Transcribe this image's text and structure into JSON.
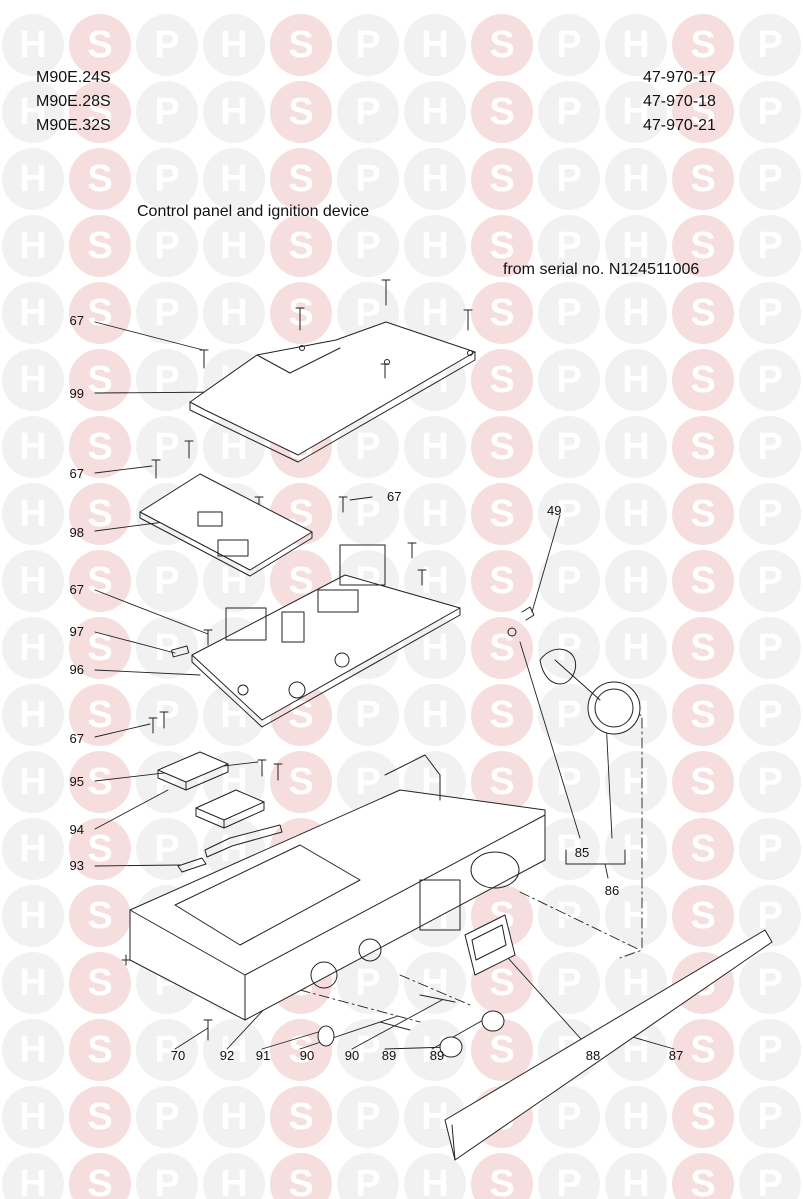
{
  "watermark": {
    "letters": [
      "H",
      "S",
      "P"
    ],
    "icon": "hsp-logo-watermark"
  },
  "header": {
    "models": [
      "M90E.24S",
      "M90E.28S",
      "M90E.32S"
    ],
    "part_numbers": [
      "47-970-17",
      "47-970-18",
      "47-970-21"
    ],
    "title": "Control panel and ignition device",
    "serial_note": "from serial no. N124511006"
  },
  "callouts": {
    "c67_top": "67",
    "c99": "99",
    "c67_mid": "67",
    "c67_right": "67",
    "c98": "98",
    "c67_pcb": "67",
    "c97": "97",
    "c96": "96",
    "c67_low": "67",
    "c95": "95",
    "c94": "94",
    "c93": "93",
    "c49": "49",
    "c85": "85",
    "c86": "86",
    "c70": "70",
    "c92": "92",
    "c91": "91",
    "c90a": "90",
    "c90b": "90",
    "c89a": "89",
    "c89b": "89",
    "c88": "88",
    "c87": "87"
  }
}
